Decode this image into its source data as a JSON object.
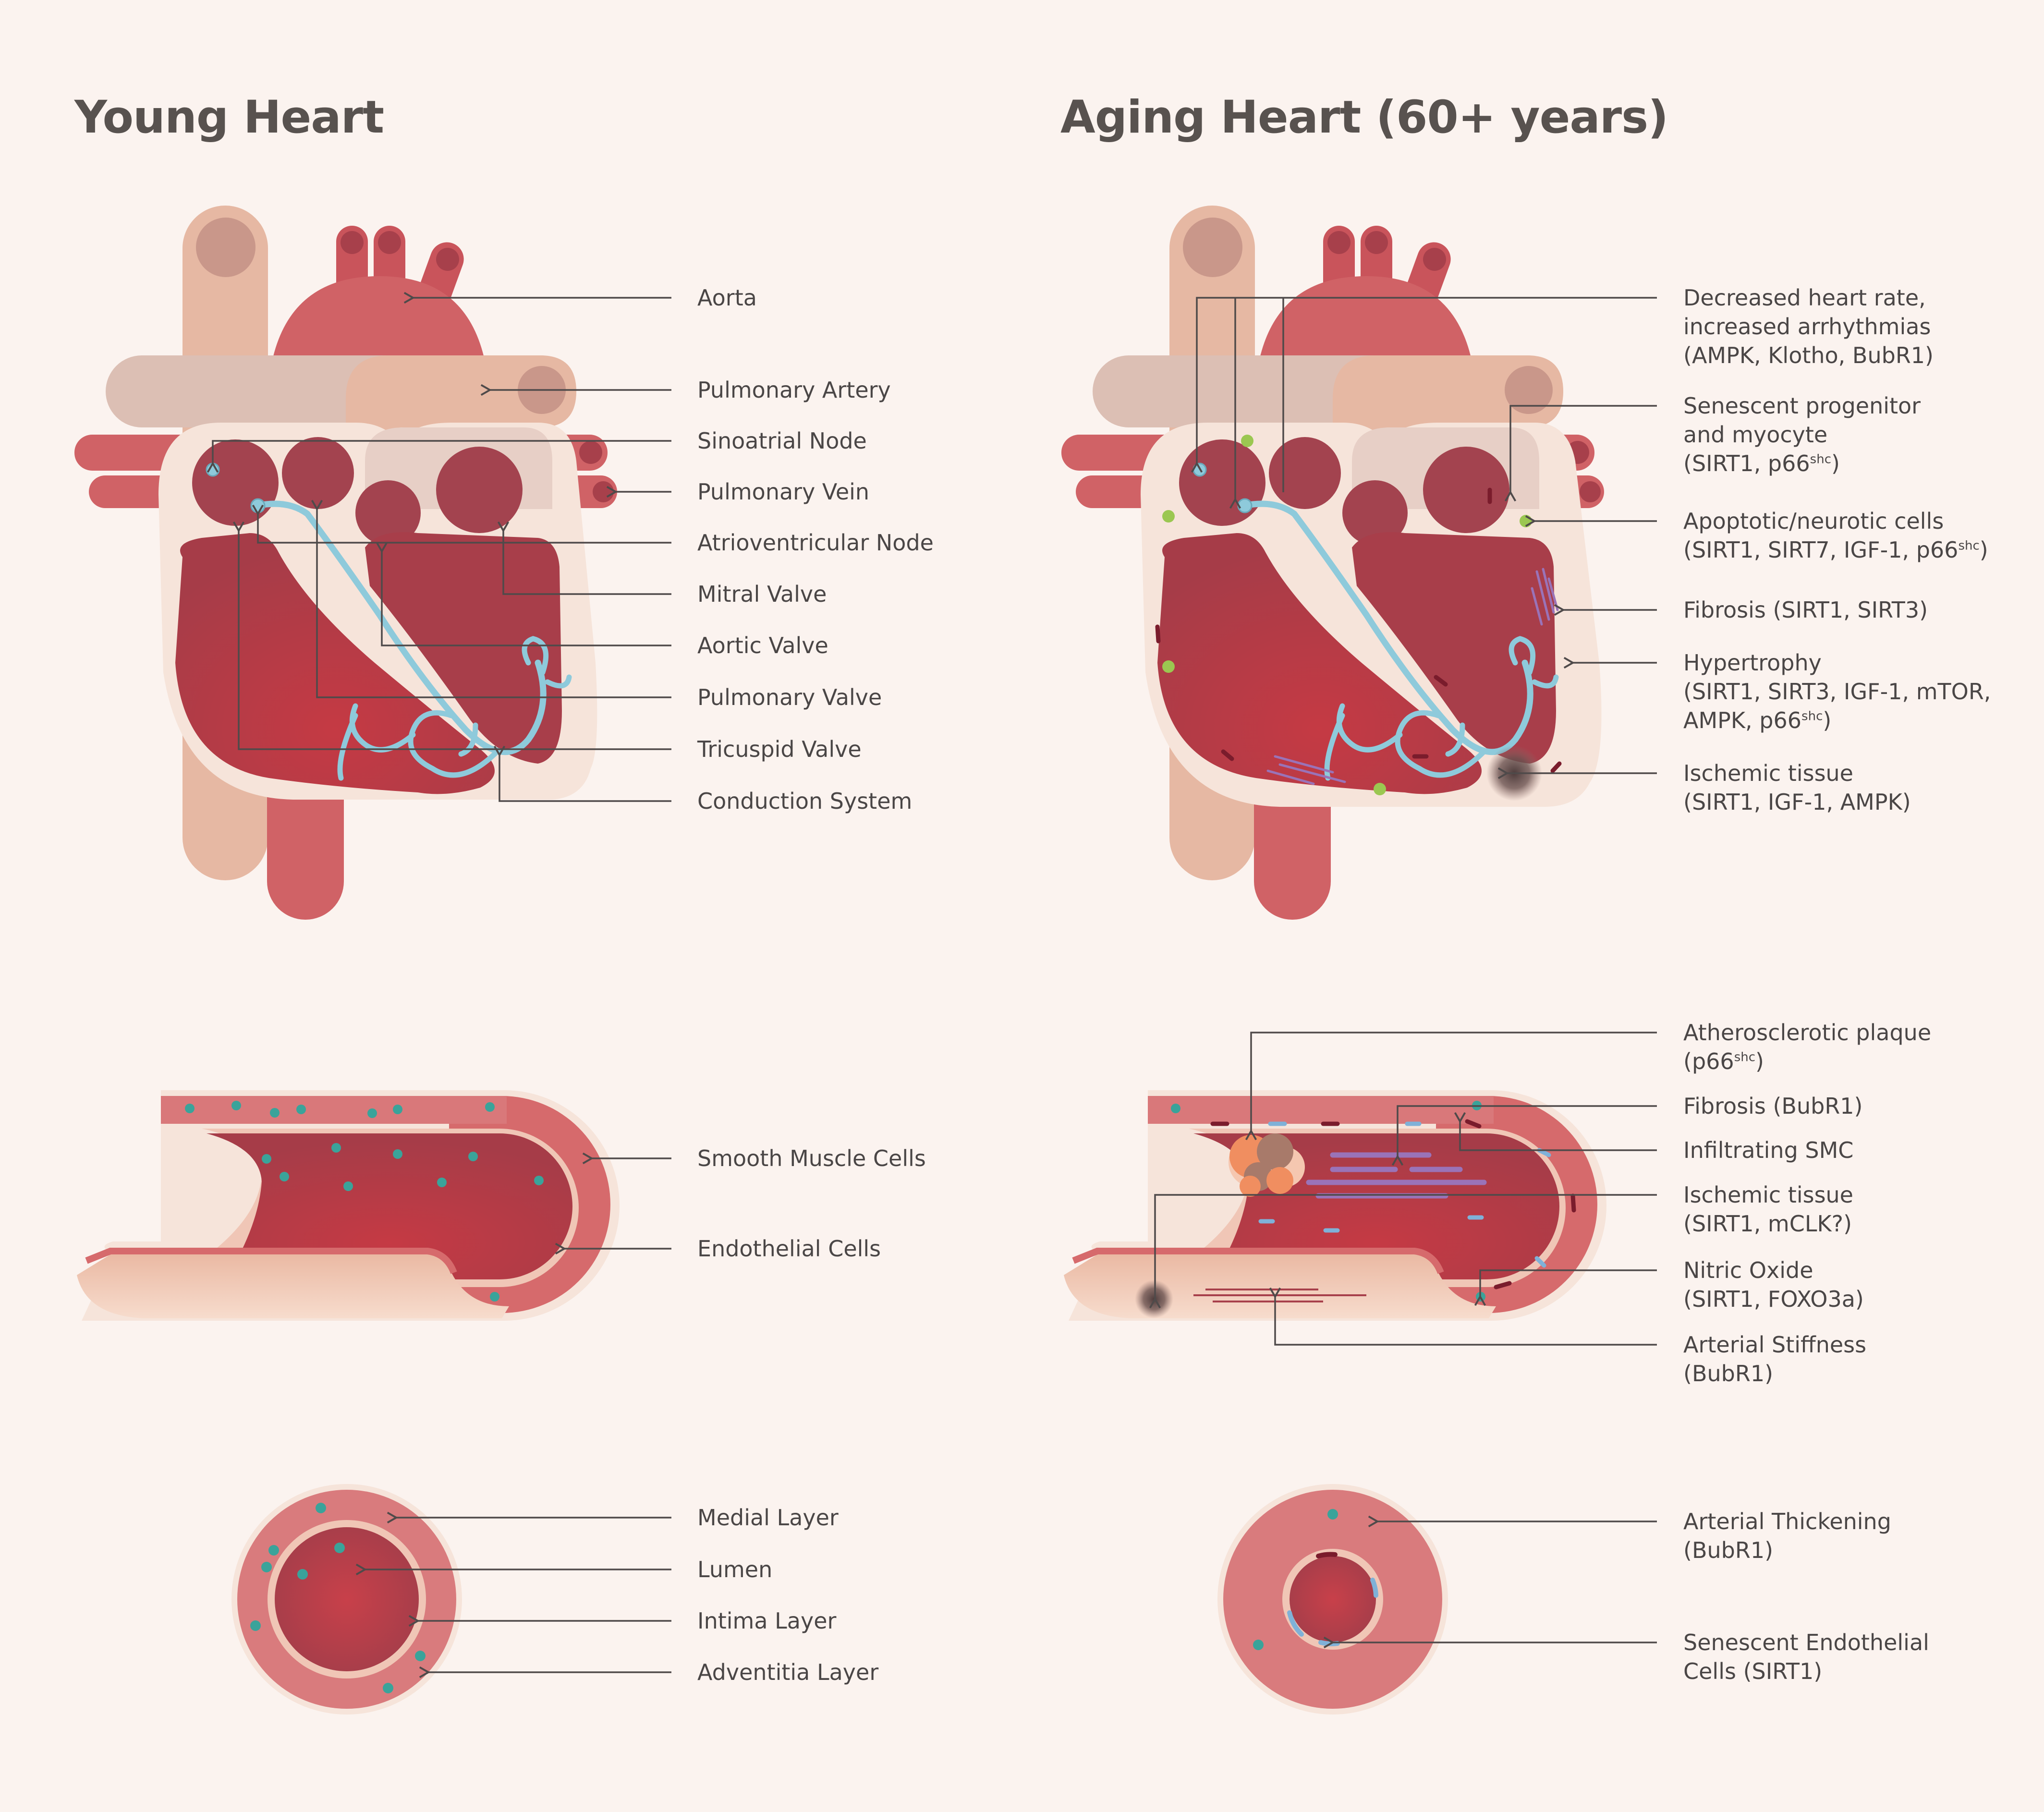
{
  "titles": {
    "young": "Young Heart",
    "aging": "Aging Heart (60+ years)"
  },
  "colors": {
    "background": "#fbf3ef",
    "muscle_red": "#c0404a",
    "dark_chamber": "#a3434f",
    "pericardium": "#f6e4da",
    "vessel_peach": "#e6b8a3",
    "conduction_blue": "#8ecadb",
    "cell_teal": "#3aa39a",
    "apoptotic_green": "#9bc751",
    "fibrosis_purple": "#9a73b8",
    "leader_line": "#4f4a4a"
  },
  "young_heart_labels": [
    {
      "text": "Aorta"
    },
    {
      "text": "Pulmonary Artery"
    },
    {
      "text": "Sinoatrial Node"
    },
    {
      "text": "Pulmonary Vein"
    },
    {
      "text": "Atrioventricular Node"
    },
    {
      "text": "Mitral Valve"
    },
    {
      "text": "Aortic Valve"
    },
    {
      "text": "Pulmonary Valve"
    },
    {
      "text": "Tricuspid Valve"
    },
    {
      "text": "Conduction System"
    }
  ],
  "young_vessel_labels": [
    {
      "text": "Smooth Muscle Cells"
    },
    {
      "text": "Endothelial Cells"
    }
  ],
  "young_cross_section_labels": [
    {
      "text": "Medial Layer"
    },
    {
      "text": "Lumen"
    },
    {
      "text": "Intima Layer"
    },
    {
      "text": "Adventitia Layer"
    }
  ],
  "aging_heart_labels": [
    {
      "lines": [
        "Decreased heart rate,",
        "increased arrhythmias",
        "(AMPK, Klotho, BubR1)"
      ]
    },
    {
      "lines": [
        "Senescent progenitor",
        "and myocyte",
        "(SIRT1, p66",
        ")"
      ],
      "sup": "shc"
    },
    {
      "lines": [
        "Apoptotic/neurotic cells",
        "(SIRT1, SIRT7, IGF-1, p66",
        ")"
      ],
      "sup": "shc"
    },
    {
      "lines": [
        "Fibrosis (SIRT1, SIRT3)"
      ]
    },
    {
      "lines": [
        "Hypertrophy",
        "(SIRT1, SIRT3, IGF-1, mTOR,",
        "AMPK, p66",
        ")"
      ],
      "sup": "shc"
    },
    {
      "lines": [
        "Ischemic tissue",
        "(SIRT1, IGF-1, AMPK)"
      ]
    }
  ],
  "aging_vessel_labels": [
    {
      "lines": [
        "Atherosclerotic plaque",
        "(p66",
        ")"
      ],
      "sup": "shc"
    },
    {
      "lines": [
        "Fibrosis (BubR1)"
      ]
    },
    {
      "lines": [
        "Infiltrating SMC"
      ]
    },
    {
      "lines": [
        "Ischemic tissue",
        "(SIRT1, mCLK?)"
      ]
    },
    {
      "lines": [
        "Nitric Oxide",
        "(SIRT1, FOXO3a)"
      ]
    },
    {
      "lines": [
        "Arterial Stiffness",
        "(BubR1)"
      ]
    }
  ],
  "aging_cross_section_labels": [
    {
      "lines": [
        "Arterial Thickening",
        "(BubR1)"
      ]
    },
    {
      "lines": [
        "Senescent Endothelial",
        "Cells (SIRT1)"
      ]
    }
  ]
}
